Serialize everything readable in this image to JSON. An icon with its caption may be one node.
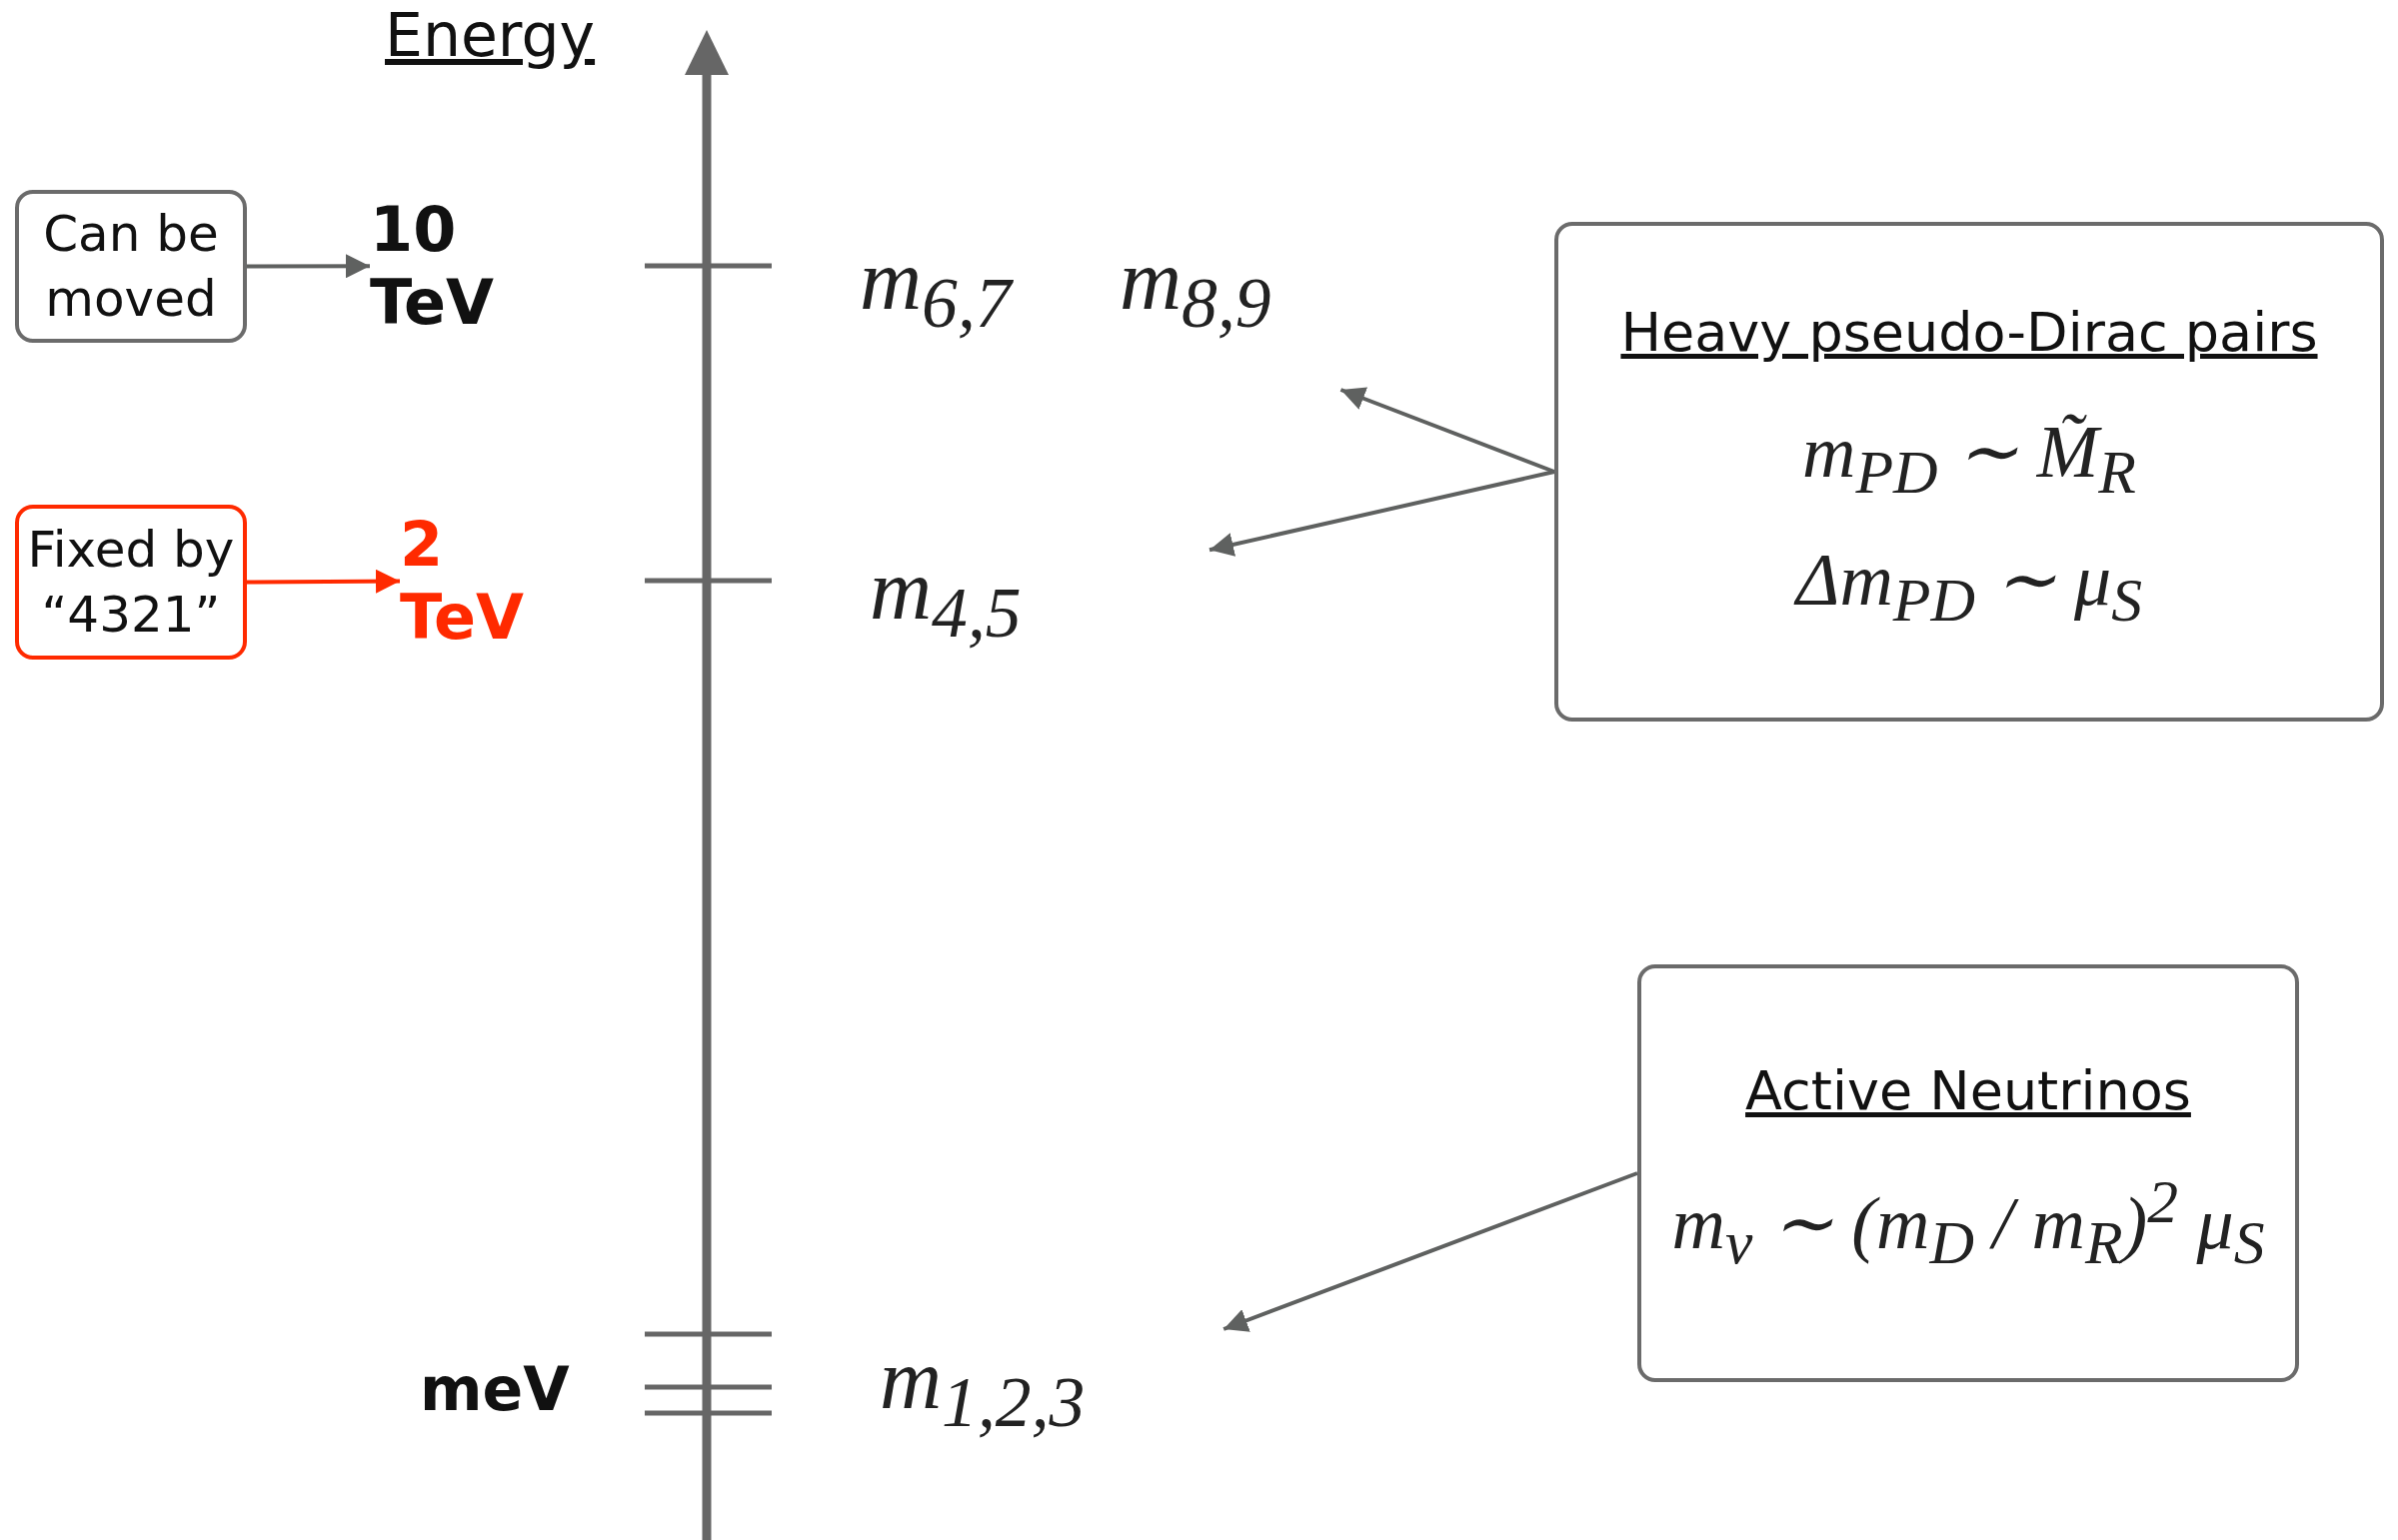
{
  "diagram": {
    "nodes": [
      {
        "text": [
          "Can be moved"
        ]
      },
      {
        "text": [
          "10 TeV"
        ]
      },
      {
        "text": [
          "Fixed by “4321”"
        ]
      },
      {
        "text": [
          "2 TeV"
        ]
      },
      {
        "text": [
          "m$_{6,7}$",
          "m$_{8,9}$"
        ]
      },
      {
        "text": [
          "m$_{4,5}$"
        ]
      },
      {
        "text": [
          "m$_{1,2,3}$"
        ]
      },
      {
        "text": [
          "Heavy pseudo-Dirac pairs",
          "m$_{PD}$ ∼ M̃$_{R}$",
          "Δm$_{PD}$ ∼ μ$_{S}$"
        ]
      },
      {
        "text": [
          "Active Neutrinos",
          "m$_{ν}$ ∼ (m$_{D}$ / m$_{R}$)$^{2}$ μ$_{S}$"
        ]
      }
    ],
    "edges": [
      {
        "from": 0,
        "to": 1,
        "arrow": "to"
      },
      {
        "from": 2,
        "to": 3,
        "arrow": "to",
        "color": "#ff2a00"
      },
      {
        "from": 7,
        "to": 4,
        "arrow": "to"
      },
      {
        "from": 7,
        "to": 5,
        "arrow": "to"
      },
      {
        "from": 8,
        "to": 6,
        "arrow": "to"
      }
    ],
    "labels": [
      "Energy",
      "meV"
    ]
  }
}
